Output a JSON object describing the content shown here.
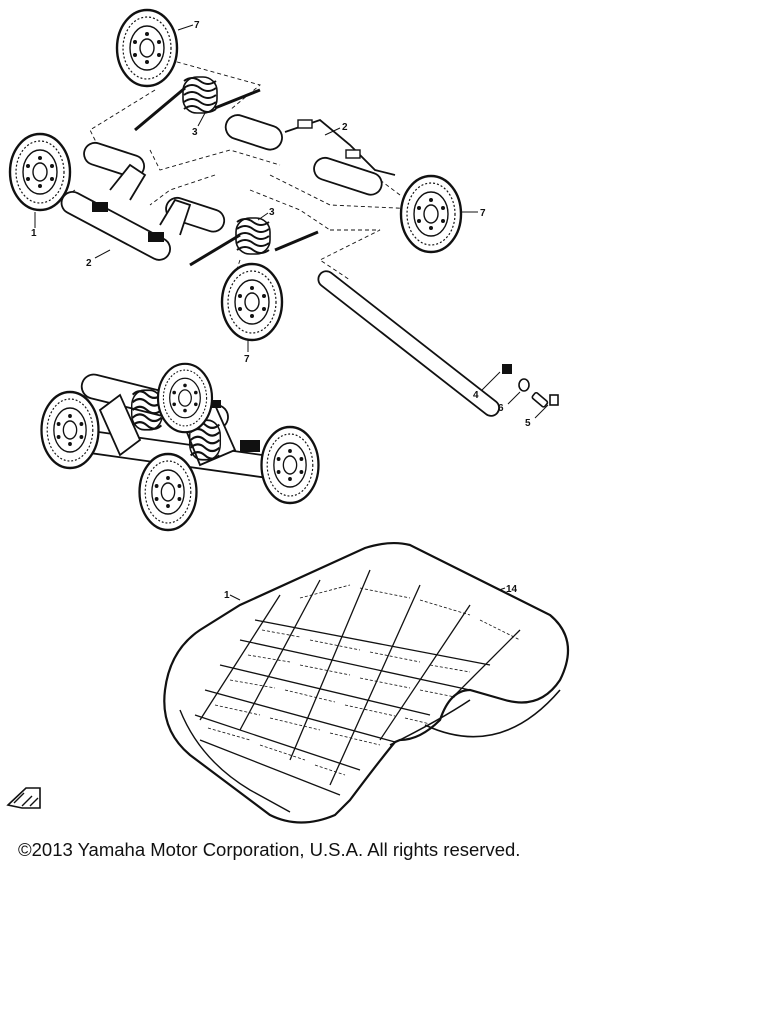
{
  "diagram": {
    "part_labels": {
      "wheel_top": "7",
      "spring_top": "3",
      "arm_right": "2",
      "wheel_left": "1",
      "arm_left": "2",
      "spring_mid": "3",
      "wheel_right": "7",
      "wheel_bottom": "7",
      "shaft": "4",
      "washer": "6",
      "bolt": "5",
      "track": "1",
      "track_clip": "14"
    }
  },
  "copyright": "©2013 Yamaha Motor Corporation, U.S.A. All rights reserved."
}
